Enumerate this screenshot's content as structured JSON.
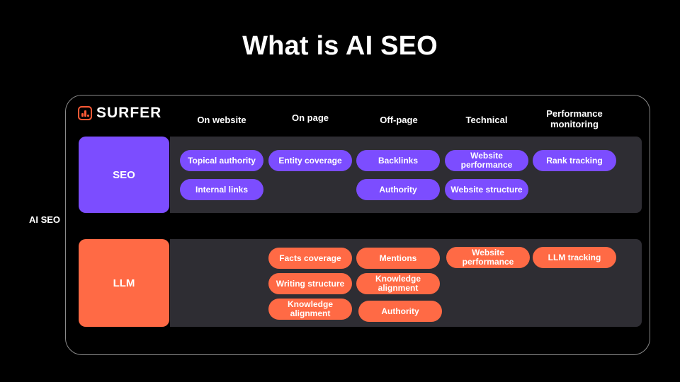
{
  "title": "What is AI SEO",
  "side_label": "AI SEO",
  "logo_text": "SURFER",
  "columns": [
    "On website",
    "On page",
    "Off-page",
    "Technical",
    "Performance monitoring"
  ],
  "rows": {
    "seo": {
      "label": "SEO",
      "items": [
        "Topical authority",
        "Internal links",
        "Entity coverage",
        "Backlinks",
        "Authority",
        "Website performance",
        "Website structure",
        "Rank tracking"
      ]
    },
    "llm": {
      "label": "LLM",
      "items": [
        "Facts coverage",
        "Writing structure",
        "Knowledge alignment",
        "Mentions",
        "Knowledge alignment",
        "Authority",
        "Website performance",
        "LLM tracking"
      ]
    }
  },
  "colors": {
    "seo": "#7c4dff",
    "llm": "#ff6a45",
    "band": "#2e2d33",
    "frame": "#8a8a8a"
  }
}
